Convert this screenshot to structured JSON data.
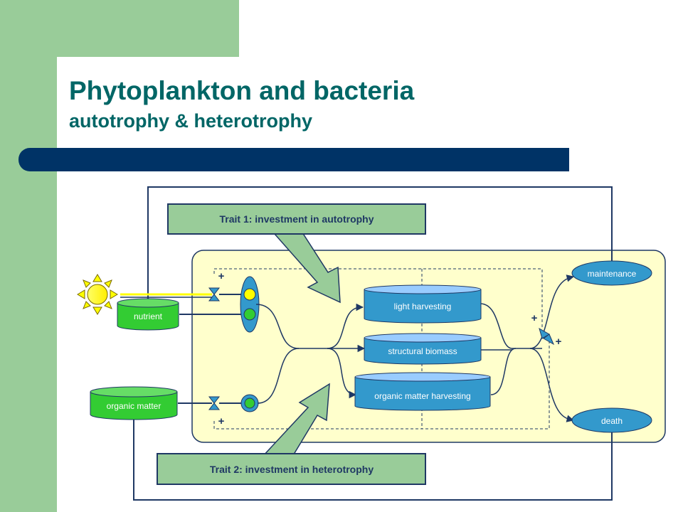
{
  "slide": {
    "title": "Phytoplankton and bacteria",
    "subtitle": "autotrophy & heterotrophy"
  },
  "diagram": {
    "trait1": "Trait 1: investment in autotrophy",
    "trait2": "Trait 2: investment in heterotrophy",
    "nutrient": "nutrient",
    "organic_matter": "organic matter",
    "light_harvesting": "light harvesting",
    "structural_biomass": "structural biomass",
    "organic_matter_harvesting": "organic matter harvesting",
    "maintenance": "maintenance",
    "death": "death",
    "plus_sign": "+"
  },
  "colors": {
    "sidebar_green": "#99cc99",
    "navy": "#003366",
    "title_teal": "#006666",
    "cell_fill": "#ffffcc",
    "pool_blue": "#3399cc",
    "pool_top": "#99ccff",
    "node_green": "#33cc33",
    "sun_yellow": "#ffff00",
    "flow_line": "#1f3864"
  }
}
